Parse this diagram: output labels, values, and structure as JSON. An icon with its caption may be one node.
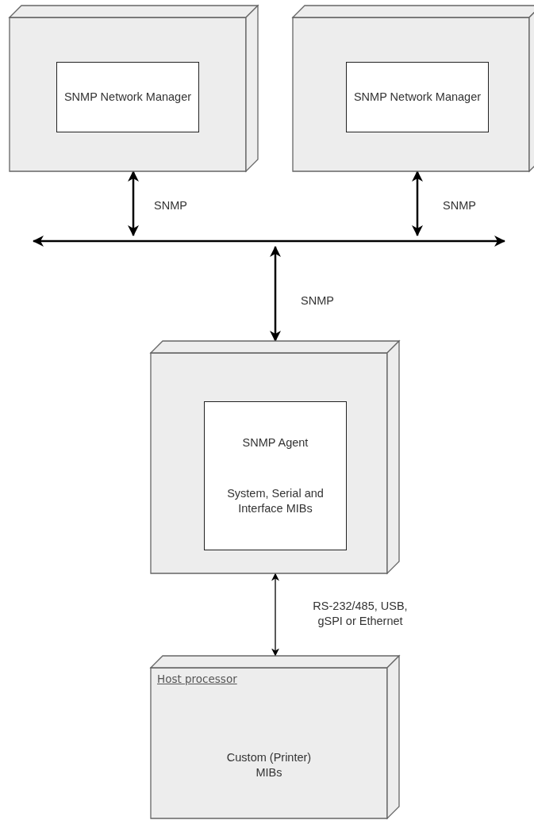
{
  "diagram": {
    "nodes": [
      {
        "text": [],
        "shape": "box"
      },
      {
        "text": [
          "SNMP Network Manager"
        ],
        "in": 0
      },
      {
        "text": [],
        "shape": "box"
      },
      {
        "text": [
          "SNMP Network Manager"
        ],
        "in": 2
      },
      {
        "text": [],
        "shape": "bar"
      },
      {
        "text": [],
        "shape": "box"
      },
      {
        "text": [
          "SNMP Agent",
          "System, Serial and Interface MIBs"
        ],
        "in": 5
      },
      {
        "text": [
          "Host processor",
          "Custom (Printer) MIBs"
        ]
      }
    ],
    "edges": [
      {
        "from": 0,
        "to": 4,
        "arrow": "both",
        "label": "SNMP"
      },
      {
        "from": 2,
        "to": 4,
        "arrow": "both",
        "label": "SNMP"
      },
      {
        "from": 4,
        "to": 5,
        "arrow": "both",
        "label": "SNMP"
      },
      {
        "from": 5,
        "to": 7,
        "arrow": "both",
        "label": "RS-232/485, USB, gSPI or Ethernet"
      }
    ]
  }
}
